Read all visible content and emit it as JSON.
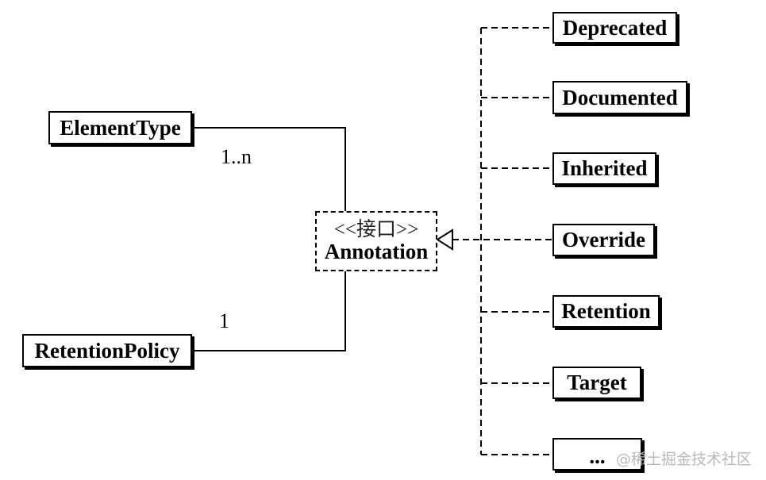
{
  "interface": {
    "stereotype": "<<接口>>",
    "name": "Annotation"
  },
  "left_classes": [
    {
      "label": "ElementType",
      "multiplicity": "1..n"
    },
    {
      "label": "RetentionPolicy",
      "multiplicity": "1"
    }
  ],
  "right_classes": [
    {
      "label": "Deprecated"
    },
    {
      "label": "Documented"
    },
    {
      "label": "Inherited"
    },
    {
      "label": "Override"
    },
    {
      "label": "Retention"
    },
    {
      "label": "Target"
    },
    {
      "label": "..."
    }
  ],
  "watermark": "@稀土掘金技术社区"
}
